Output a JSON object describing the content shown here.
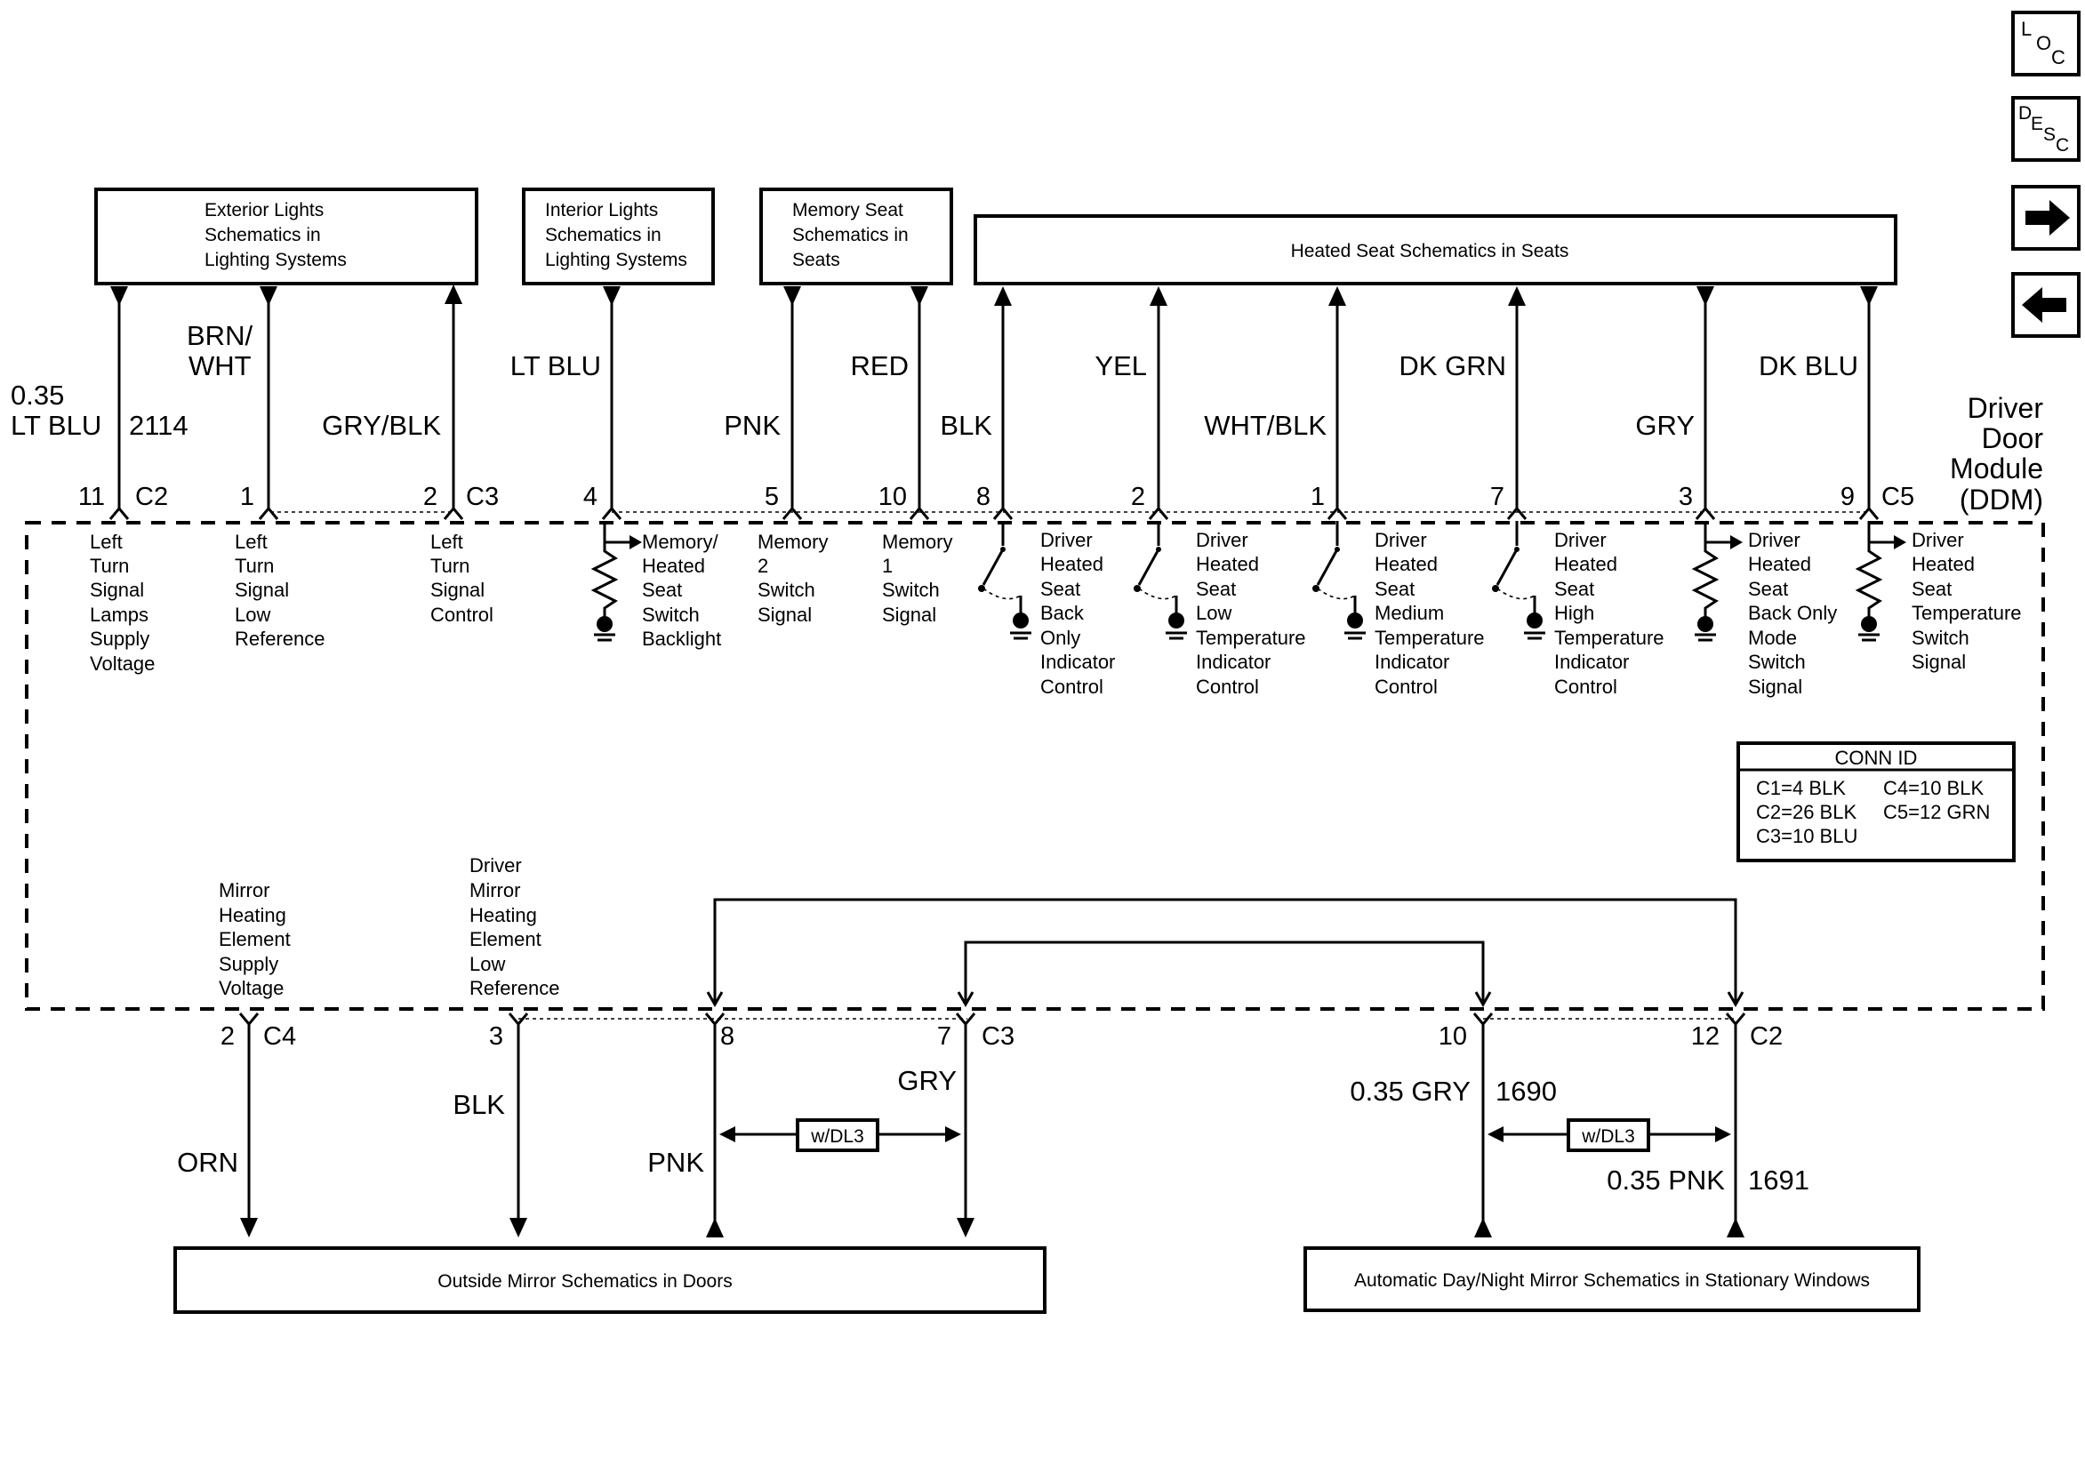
{
  "nav": {
    "loc": [
      "L",
      "O",
      "C"
    ],
    "desc": [
      "D",
      "E",
      "S",
      "C"
    ],
    "forward_glyph": "➔",
    "back_glyph": "⬅"
  },
  "top_boxes": {
    "exterior": [
      "Exterior Lights",
      "Schematics in",
      "Lighting Systems"
    ],
    "interior": [
      "Interior Lights",
      "Schematics in",
      "Lighting Systems"
    ],
    "memory": [
      "Memory Seat",
      "Schematics in",
      "Seats"
    ],
    "heated": "Heated Seat Schematics in Seats"
  },
  "module": {
    "name": [
      "Driver",
      "Door",
      "Module",
      "(DDM)"
    ]
  },
  "top_wires": {
    "w1": {
      "color": [
        "0.35",
        "LT BLU"
      ],
      "circuit": "2114",
      "pin": "11",
      "conn": "C2"
    },
    "w2": {
      "color": [
        "BRN/",
        "WHT"
      ],
      "pin": "1"
    },
    "w3": {
      "color": "GRY/BLK",
      "pin": "2",
      "conn": "C3"
    },
    "w4": {
      "color": "LT BLU",
      "pin": "4"
    },
    "w5": {
      "color": "PNK",
      "pin": "5"
    },
    "w6": {
      "color": "RED",
      "pin": "10"
    },
    "w7": {
      "color": "BLK",
      "pin": "8"
    },
    "w8": {
      "color": "YEL",
      "pin": "2"
    },
    "w9": {
      "color": "WHT/BLK",
      "pin": "1"
    },
    "w10": {
      "color": "DK GRN",
      "pin": "7"
    },
    "w11": {
      "color": "GRY",
      "pin": "3"
    },
    "w12": {
      "color": "DK BLU",
      "pin": "9",
      "conn": "C5"
    }
  },
  "top_descs": {
    "d1": [
      "Left",
      "Turn",
      "Signal",
      "Lamps",
      "Supply",
      "Voltage"
    ],
    "d2": [
      "Left",
      "Turn",
      "Signal",
      "Low",
      "Reference"
    ],
    "d3": [
      "Left",
      "Turn",
      "Signal",
      "Control"
    ],
    "d4": [
      "Memory/",
      "Heated",
      "Seat",
      "Switch",
      "Backlight"
    ],
    "d5": [
      "Memory",
      "2",
      "Switch",
      "Signal"
    ],
    "d6": [
      "Memory",
      "1",
      "Switch",
      "Signal"
    ],
    "d7": [
      "Driver",
      "Heated",
      "Seat",
      "Back",
      "Only",
      "Indicator",
      "Control"
    ],
    "d8": [
      "Driver",
      "Heated",
      "Seat",
      "Low",
      "Temperature",
      "Indicator",
      "Control"
    ],
    "d9": [
      "Driver",
      "Heated",
      "Seat",
      "Medium",
      "Temperature",
      "Indicator",
      "Control"
    ],
    "d10": [
      "Driver",
      "Heated",
      "Seat",
      "High",
      "Temperature",
      "Indicator",
      "Control"
    ],
    "d11": [
      "Driver",
      "Heated",
      "Seat",
      "Back Only",
      "Mode",
      "Switch",
      "Signal"
    ],
    "d12": [
      "Driver",
      "Heated",
      "Seat",
      "Temperature",
      "Switch",
      "Signal"
    ]
  },
  "conn_id": {
    "title": "CONN ID",
    "rows": [
      "C1=4 BLK",
      "C2=26 BLK",
      "C3=10 BLU"
    ],
    "rows2": [
      "C4=10 BLK",
      "C5=12 GRN"
    ]
  },
  "bottom_descs": {
    "mirror_supply": [
      "Mirror",
      "Heating",
      "Element",
      "Supply",
      "Voltage"
    ],
    "mirror_low": [
      "Driver",
      "Mirror",
      "Heating",
      "Element",
      "Low",
      "Reference"
    ]
  },
  "bottom_wires": {
    "b1": {
      "pin": "2",
      "conn": "C4",
      "color": "ORN"
    },
    "b2": {
      "pin": "3",
      "color": "BLK"
    },
    "b3": {
      "pin": "8",
      "color": "PNK"
    },
    "b4": {
      "pin": "7",
      "conn": "C3",
      "color": "GRY"
    },
    "b5": {
      "pin": "10",
      "color": "0.35 GRY",
      "circuit": "1690"
    },
    "b6": {
      "pin": "12",
      "conn": "C2",
      "color": "0.35 PNK",
      "circuit": "1691"
    }
  },
  "options": {
    "left": "w/DL3",
    "right": "w/DL3"
  },
  "bottom_boxes": {
    "outside": "Outside Mirror Schematics in Doors",
    "auto": "Automatic Day/Night Mirror Schematics in Stationary Windows"
  }
}
